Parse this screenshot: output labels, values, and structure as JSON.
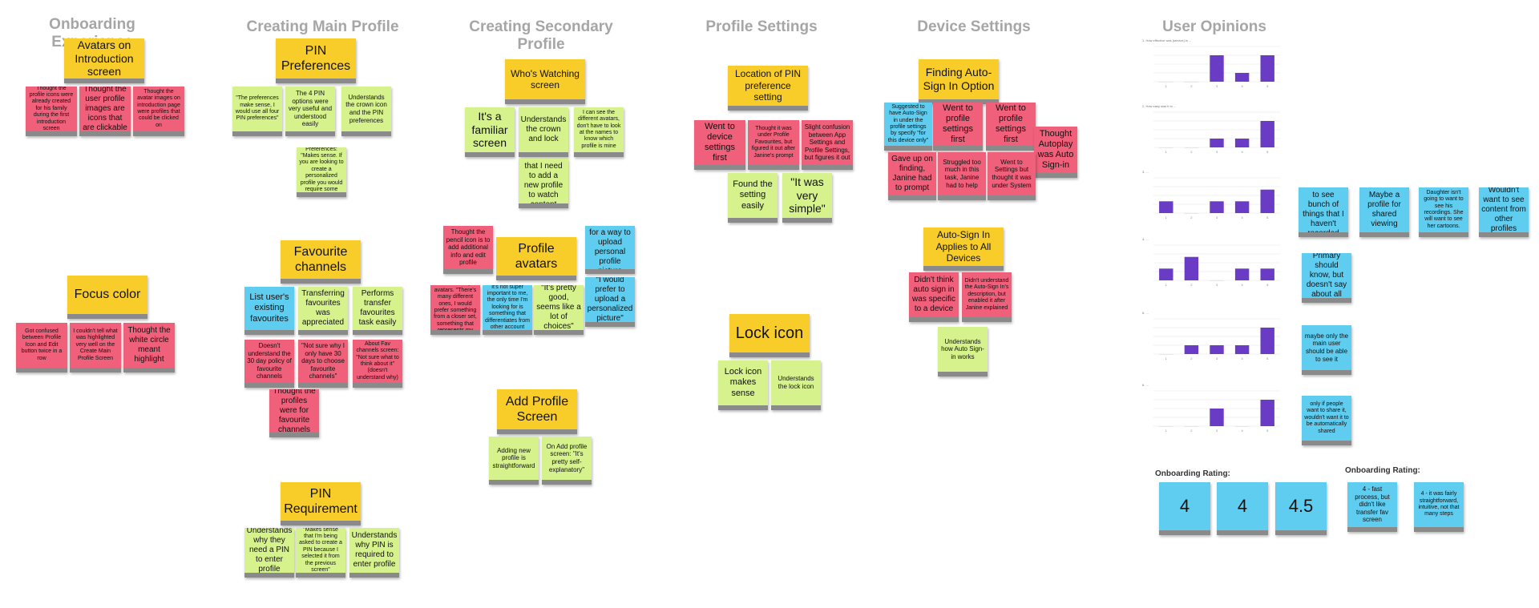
{
  "columns": [
    {
      "key": "onboarding",
      "title": "Onboarding Experience"
    },
    {
      "key": "main",
      "title": "Creating Main Profile"
    },
    {
      "key": "secondary",
      "title": "Creating Secondary Profile"
    },
    {
      "key": "profile_settings",
      "title": "Profile Settings"
    },
    {
      "key": "device_settings",
      "title": "Device Settings"
    },
    {
      "key": "opinions",
      "title": "User Opinions"
    }
  ],
  "notes": {
    "n1": "Avatars on Introduction screen",
    "n2": "Thought the profile icons were already created for his family during the first introduction screen",
    "n3": "Thought the user profile images are icons that are clickable",
    "n4": "Thought the avatar images on introduction page were profiles that could be clicked on",
    "n5": "Focus color",
    "n6": "Got confused between Profile Icon and Edit button twice in a row",
    "n7": "I couldn't tell what was highlighted very well on the Create Main Profile Screen",
    "n8": "Thought the white circle meant highlight",
    "m1": "PIN Preferences",
    "m2": "\"The preferences make sense, I would use all four PIN preferences\"",
    "m3": "The 4 PIN options were very useful and understood easily",
    "m4": "Understands the crown icon and the PIN preferences",
    "m5": "On PIN Preferences: \"Makes sense. If you are looking to create a personalized profile you would require some security\"",
    "m6": "Favourite channels",
    "m7": "List user's existing favourites",
    "m8": "Transferring favourites was appreciated",
    "m9": "Performs transfer favourites task easily",
    "m10": "Doesn't understand the 30 day policy of favourite channels",
    "m11": "\"Not sure why I only have 30 days to choose favourite channels\"",
    "m12": "About Fav channels screen: \"Not sure what to think about it\" (doesn't understand why)",
    "m13": "Thought the profiles were for favourite channels",
    "m14": "PIN Requirement",
    "m15": "Understands why they need a PIN to enter profile",
    "m16": "\"Makes sense that I'm being asked to create a PIN because I selected it from the previous screen\"",
    "m17": "Understands why PIN is required to enter profile",
    "s1": "Who's Watching screen",
    "s2": "It's a familiar screen",
    "s3": "Understands the crown and lock",
    "s4": "I can see the different avatars, don't have to look at the names to know which profile is mine",
    "s5": "It's obvious that I need to add a new profile to watch content",
    "s6": "Thought the pencil icon is to add additional info and edit profile",
    "s7": "Profile avatars",
    "s8": "Would look for a way to upload personal profile picture",
    "s9": "Is confusing to see so many avatars. \"There's many different ones, I would prefer something from a closer set, something that represents my kid\"",
    "s10": "It's not super important to me, the only time I'm looking for is something that differentiates from other account",
    "s11": "\"It's pretty good, seems like a lot of choices\"",
    "s12": "\"I would prefer to upload a personalized picture\"",
    "s13": "Add Profile Screen",
    "s14": "Adding new profile is straightforward",
    "s15": "On Add profile screen: \"It's pretty self-explanatory\"",
    "p1": "Location of PIN preference setting",
    "p2": "Went to device settings first",
    "p3": "Thought it was under Profile Favourites, but figured it out after Janine's prompt",
    "p4": "Slight confusion between App Settings and Profile Settings, but figures it out",
    "p5": "Found the setting easily",
    "p6": "\"It was very simple\"",
    "p7": "Lock icon",
    "p8": "Lock icon makes sense",
    "p9": "Understands the lock icon",
    "d1": "Finding Auto-Sign In Option",
    "d2": "Suggested to have Auto-Sign in under the profile settings by specify \"for this device only\"",
    "d3": "Went to profile settings first",
    "d4": "Went to profile settings first",
    "d5": "Thought Autoplay was Auto Sign-in",
    "d6": "Gave up on finding, Janine had to prompt",
    "d7": "Struggled too much in this task, Janine had to help",
    "d8": "Went to Settings but thought it was under System",
    "d9": "Auto-Sign In Applies to All Devices",
    "d10": "Didn't think auto sign in was specific to a device",
    "d11": "Didn't understand the Auto-Sign In's description, but enabled it after Janine explained",
    "d12": "Understands how Auto Sign-in works",
    "u1": "I don't want to see bunch of things that I haven't recorded",
    "u2": "Maybe a profile for shared viewing",
    "u3": "Daughter isn't going to want to see his recordings. She will want to see her cartoons.",
    "u4": "Wouldn't want to see content from other profiles",
    "u5": "Primary should know, but doesn't say about all",
    "u6": "maybe only the main user should be able to see it",
    "u7": "only if people want to share it, wouldn't want it to be automatically shared",
    "r1": "4",
    "r2": "4",
    "r3": "4.5",
    "r4": "4 - fast process, but didn't like transfer fav screen",
    "r5": "4 - it was fairly straightforward, intuitive, not that many steps"
  },
  "ratings": {
    "label_left": "Onboarding Rating:",
    "label_right": "Onboarding Rating:"
  },
  "colors": {
    "yellow": "#f8cd2a",
    "green": "#d6f28c",
    "pink": "#f0607a",
    "blue": "#5fcdf0",
    "bar": "#6a3bc4"
  },
  "chart_data": [
    {
      "type": "bar",
      "categories": [
        "1",
        "2",
        "3",
        "4",
        "5"
      ],
      "values": [
        0,
        0,
        3,
        1,
        3
      ],
      "ylim": [
        0,
        4
      ],
      "title": "1. How effective was [service] in ..."
    },
    {
      "type": "bar",
      "categories": [
        "1",
        "2",
        "3",
        "4",
        "5"
      ],
      "values": [
        0,
        0,
        1,
        1,
        3
      ],
      "ylim": [
        0,
        4
      ],
      "title": "2. How easy was it to ..."
    },
    {
      "type": "bar",
      "categories": [
        "1",
        "2",
        "3",
        "4",
        "5"
      ],
      "values": [
        1,
        0,
        1,
        1,
        2
      ],
      "ylim": [
        0,
        3
      ],
      "title": "3. ..."
    },
    {
      "type": "bar",
      "categories": [
        "1",
        "2",
        "3",
        "4",
        "5"
      ],
      "values": [
        1,
        2,
        0,
        1,
        1
      ],
      "ylim": [
        0,
        3
      ],
      "title": "4. ..."
    },
    {
      "type": "bar",
      "categories": [
        "1",
        "2",
        "3",
        "4",
        "5"
      ],
      "values": [
        0,
        1,
        1,
        1,
        3
      ],
      "ylim": [
        0,
        4
      ],
      "title": "5. ..."
    },
    {
      "type": "bar",
      "categories": [
        "1",
        "2",
        "3",
        "4",
        "5"
      ],
      "values": [
        0,
        0,
        2,
        0,
        3
      ],
      "ylim": [
        0,
        4
      ],
      "title": "6. ..."
    }
  ]
}
